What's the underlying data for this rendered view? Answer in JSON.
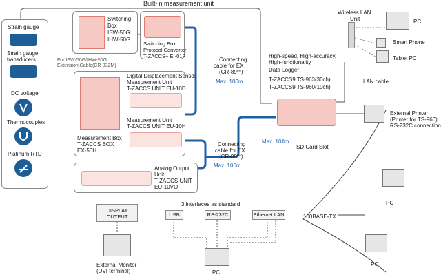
{
  "title": "Built-in measurement unit",
  "sensors": {
    "items": [
      {
        "label": "Strain gauge",
        "icon": "strain-gauge-icon"
      },
      {
        "label": "Strain gauge transducers",
        "line1": "Strain gauge",
        "line2": "transducers",
        "icon": "transducer-icon"
      },
      {
        "label": "DC voltage",
        "icon": "dc-voltage-icon"
      },
      {
        "label": "Thermocouples",
        "icon": "thermocouple-icon"
      },
      {
        "label": "Platinum RTD",
        "icon": "platinum-rtd-icon"
      }
    ]
  },
  "switching_box": {
    "line1": "Switching",
    "line2": "Box",
    "line3": "ISW-50G",
    "line4": "IHW-50G"
  },
  "protocol_converter": {
    "line1": "Switching Box",
    "line2": "Protocol Converter",
    "line3": "T-ZACCS+ EI-01P"
  },
  "extension_cable": {
    "line1": "For ISW-50G/IHW-50G",
    "line2": "Extension Cable(CR-832M)"
  },
  "measurement_box": {
    "line1": "Measurement Box",
    "line2": "T-ZACCS BOX",
    "line3": "EX-50H"
  },
  "unit_10d": {
    "line1": "Digital Displacement Sensor",
    "line2": "Measurement Unit",
    "line3": "T-ZACCS UNIT EU-10D"
  },
  "unit_10h": {
    "line1": "Measurement Unit",
    "line2": "T-ZACCS UNIT EU-10H"
  },
  "analog_unit": {
    "line1": "Analog Output",
    "line2": "Unit",
    "line3": "T-ZACCS UNIT",
    "line4": "EU-10VO"
  },
  "cable_top": {
    "line1": "Connecting",
    "line2": "cable for EX",
    "line3": "(CR-89**)",
    "max": "Max. 100m"
  },
  "cable_bottom": {
    "line1": "Connecting",
    "line2": "cable for EX",
    "line3": "(CR-89**)",
    "max": "Max. 100m"
  },
  "max_logger": "Max. 100m",
  "logger": {
    "line1": "High-speed, High-accuracy,",
    "line2": "High-functionality",
    "line3": "Data Logger",
    "line4": "T-ZACCS9 TS-963(30ch)",
    "line5": "T-ZACCS9 TS-960(10ch)"
  },
  "sd_card": "SD Card Slot",
  "wireless": {
    "line1": "Wireless LAN",
    "line2": "Unit"
  },
  "lan_cable": "LAN cable",
  "pc_top": "PC",
  "smartphone": "Smart Phone",
  "tablet": "Tablet PC",
  "printer": {
    "line1": "External Printer",
    "line2": "(Printer for TS-960)",
    "line3": "RS-232C connection"
  },
  "display": {
    "box1": "DISPLAY",
    "box2": "OUTPUT",
    "line1": "External Monitor",
    "line2": "(DVI terminal)"
  },
  "interfaces": {
    "title": "3 interfaces as standard",
    "usb": "USB",
    "rs232c": "RS-232C",
    "ethernet": "Ethernet LAN",
    "pc": "PC"
  },
  "base_tx": "100BASE-TX",
  "pc_right1": "PC",
  "pc_right2": "PC",
  "colors": {
    "device": "#f6c9c5",
    "device_border": "#e07b73",
    "cable": "#1f5fa8",
    "sensor": "#1d5e99"
  }
}
